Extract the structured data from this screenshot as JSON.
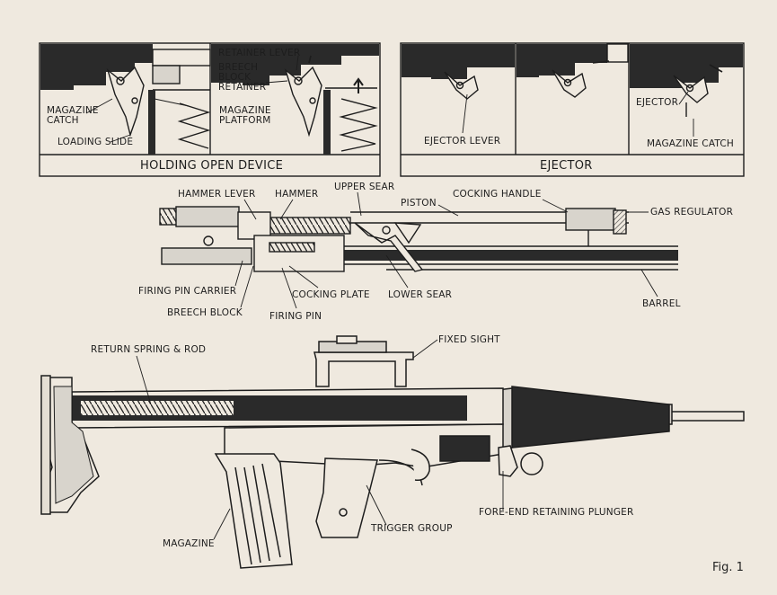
{
  "colors": {
    "paper": "#efe9df",
    "ink": "#1d1d1d",
    "shade": "#2a2a2a",
    "steel": "#d8d4cc"
  },
  "holding_open": {
    "caption": "HOLDING OPEN DEVICE",
    "labels": {
      "retainer_lever": "RETAINER LEVER",
      "breech_block_retainer": "BREECH\nBLOCK\nRETAINER",
      "magazine_catch": "MAGAZINE\nCATCH",
      "magazine_platform": "MAGAZINE\nPLATFORM",
      "loading_slide": "LOADING SLIDE"
    }
  },
  "ejector_panel": {
    "caption": "EJECTOR",
    "labels": {
      "ejector_lever": "EJECTOR LEVER",
      "ejector": "EJECTOR",
      "magazine_catch": "MAGAZINE CATCH"
    }
  },
  "mechanism": {
    "labels": {
      "hammer_lever": "HAMMER LEVER",
      "hammer": "HAMMER",
      "upper_sear": "UPPER SEAR",
      "piston": "PISTON",
      "cocking_handle": "COCKING HANDLE",
      "gas_regulator": "GAS REGULATOR",
      "firing_pin_carrier": "FIRING PIN CARRIER",
      "cocking_plate": "COCKING PLATE",
      "lower_sear": "LOWER SEAR",
      "breech_block": "BREECH BLOCK",
      "firing_pin": "FIRING PIN",
      "barrel": "BARREL"
    }
  },
  "rifle": {
    "labels": {
      "return_spring_rod": "RETURN SPRING & ROD",
      "fixed_sight": "FIXED SIGHT",
      "magazine": "MAGAZINE",
      "trigger_group": "TRIGGER GROUP",
      "fore_end_plunger": "FORE-END RETAINING PLUNGER"
    }
  },
  "figure_label": "Fig. 1"
}
